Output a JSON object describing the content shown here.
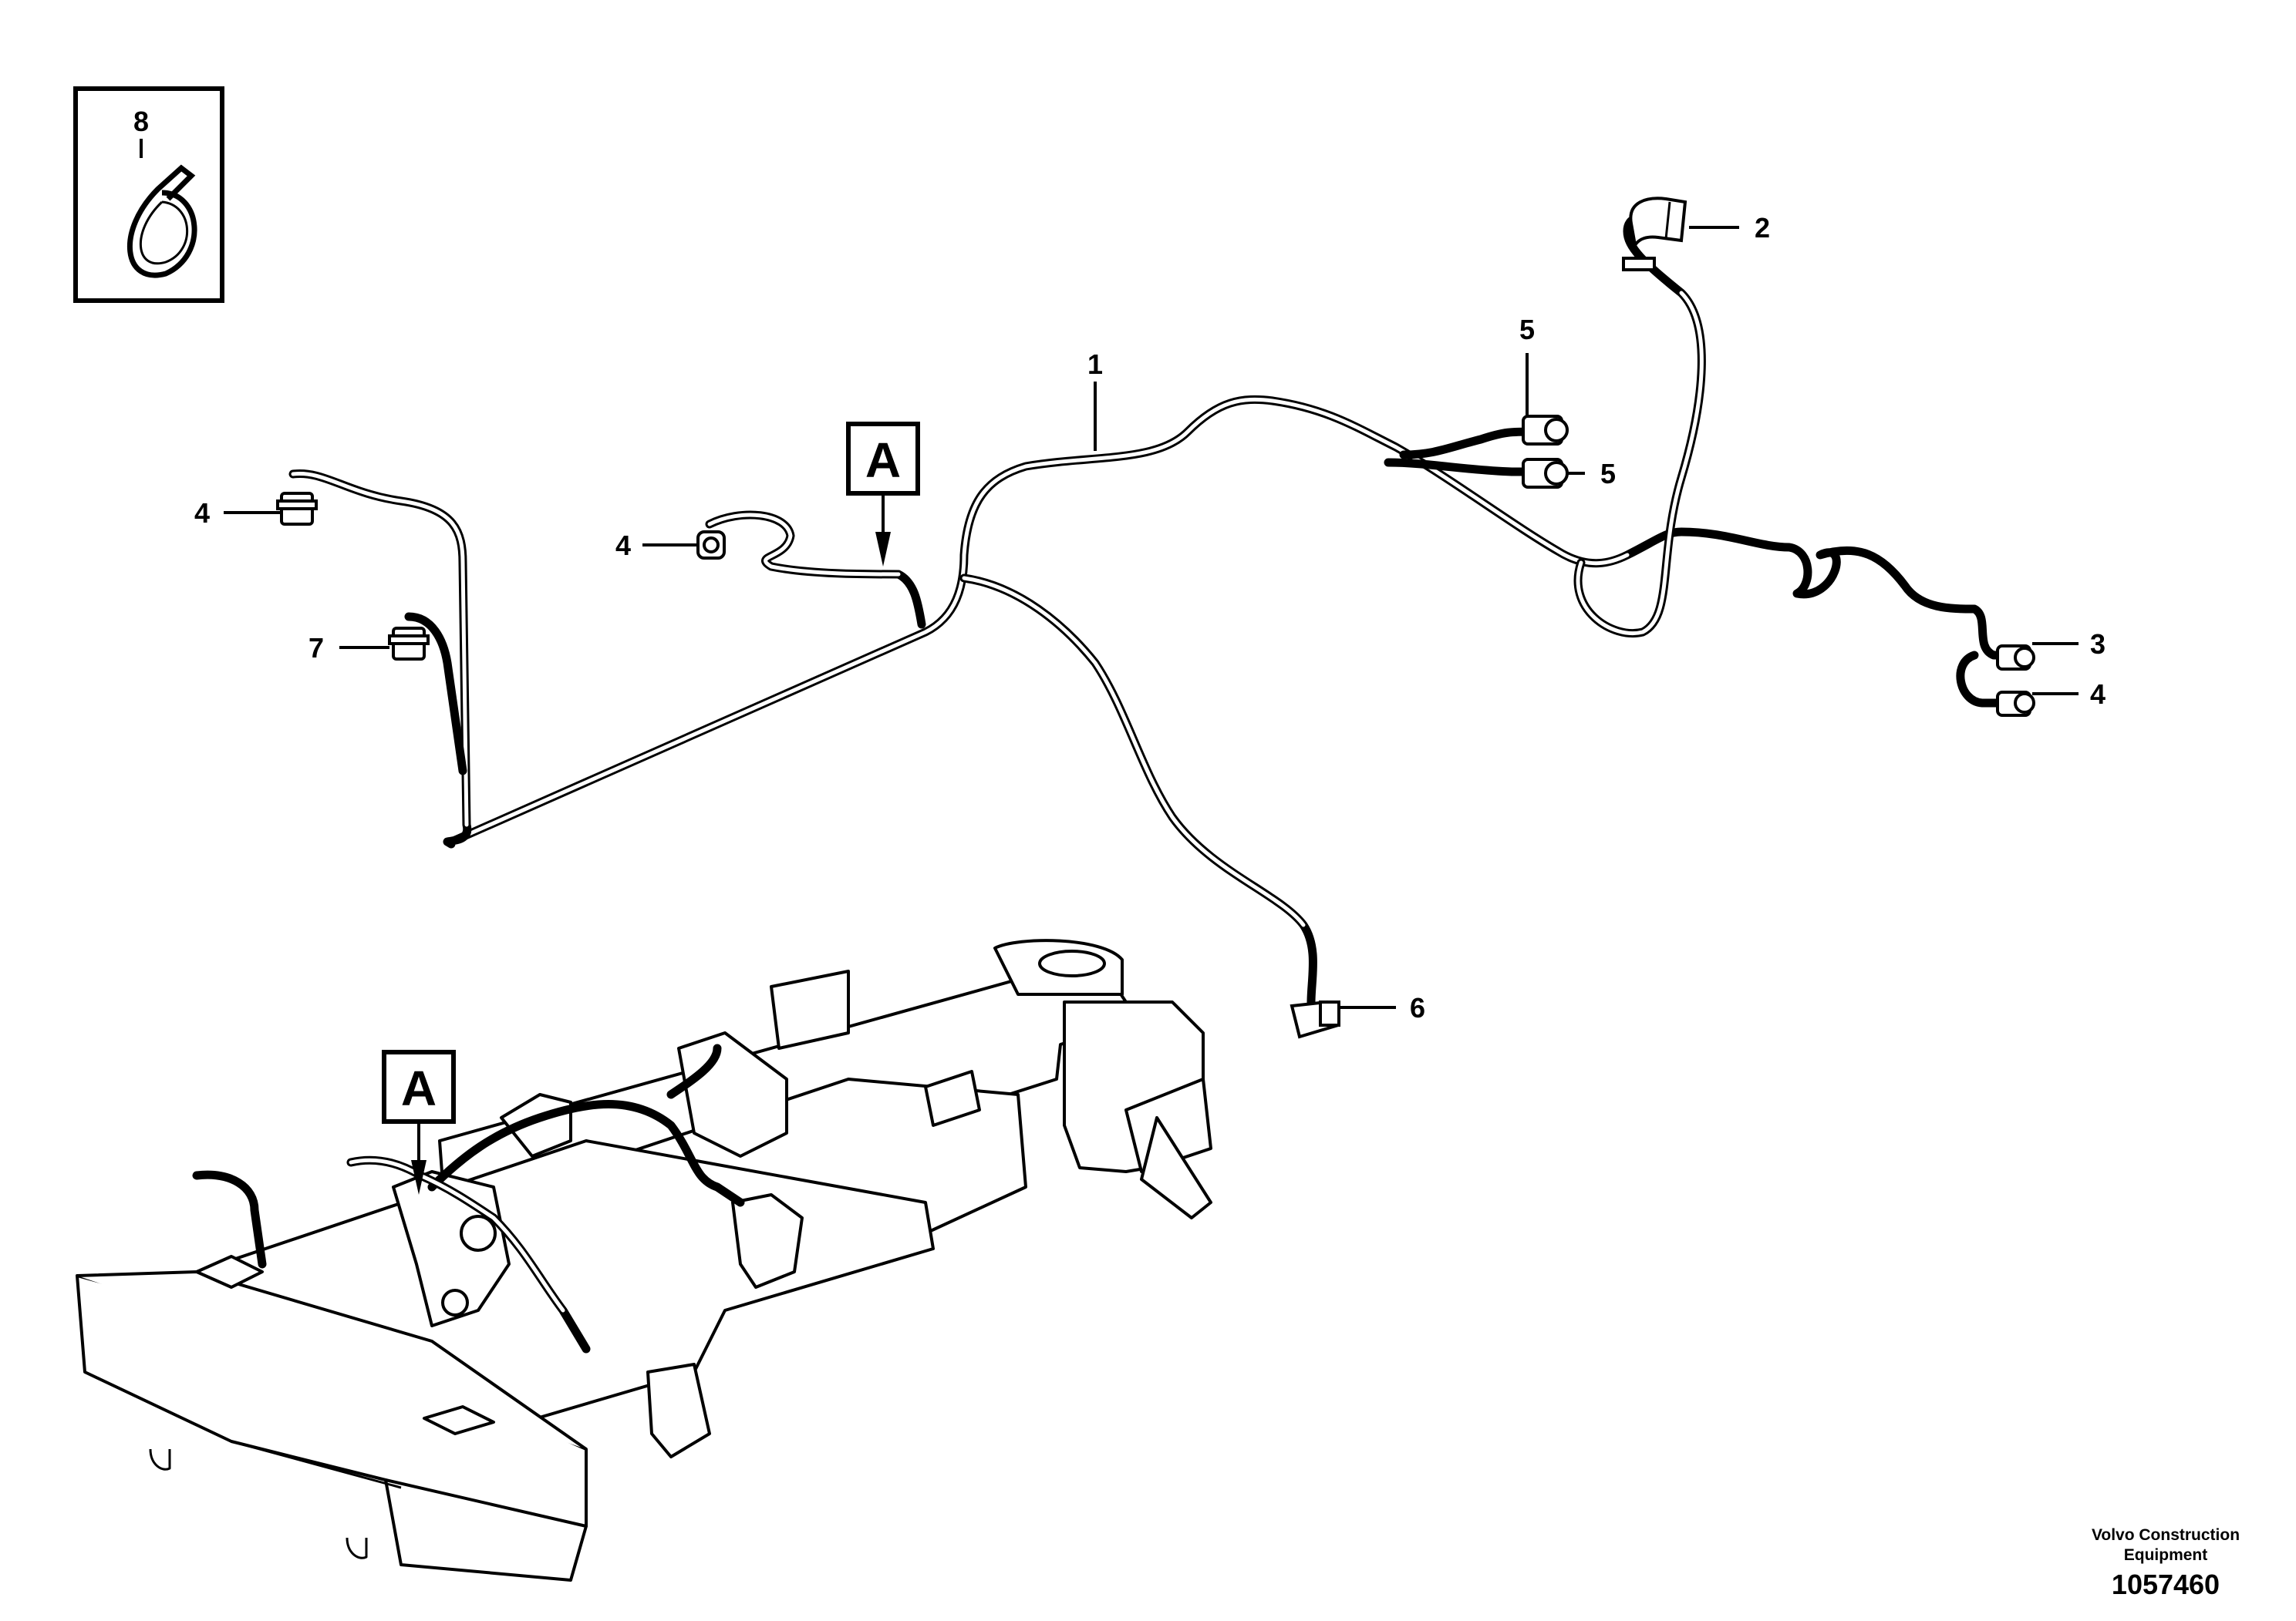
{
  "inset": {
    "label": "8",
    "icon": "cable-tie-icon"
  },
  "callouts": {
    "c1": "1",
    "c2": "2",
    "c3": "3",
    "c4_right": "4",
    "c4_left": "4",
    "c4_mid": "4",
    "c5_top": "5",
    "c5_bottom": "5",
    "c6": "6",
    "c7": "7"
  },
  "view_tags": {
    "upper": "A",
    "lower": "A"
  },
  "footer": {
    "company_line1": "Volvo Construction",
    "company_line2": "Equipment",
    "drawing_number": "1057460"
  }
}
